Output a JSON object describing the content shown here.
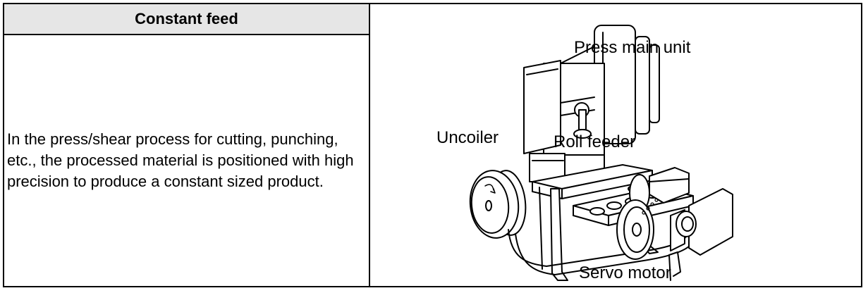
{
  "table": {
    "header": "Constant feed",
    "description": "In the press/shear process for cutting, punching, etc., the processed material is positioned with high precision to produce a constant sized product."
  },
  "diagram": {
    "labels": {
      "press": "Press main unit",
      "uncoiler": "Uncoiler",
      "roll_feeder": "Roll feeder",
      "servo": "Servo motor"
    }
  }
}
